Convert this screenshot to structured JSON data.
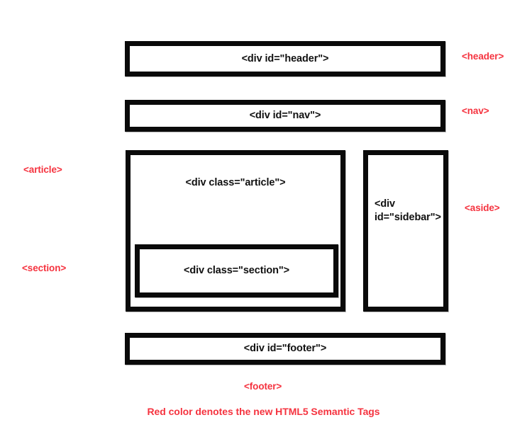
{
  "diagram": {
    "title_caption": "Red color denotes the new HTML5 Semantic Tags",
    "boxes": [
      {
        "id": "header",
        "label": "<div id=\"header\">"
      },
      {
        "id": "nav",
        "label": "<div id=\"nav\">"
      },
      {
        "id": "article",
        "label": "<div class=\"article\">"
      },
      {
        "id": "section",
        "label": "<div class=\"section\">"
      },
      {
        "id": "sidebar",
        "label": "<div\nid=\"sidebar\">"
      },
      {
        "id": "footer",
        "label": "<div id=\"footer\">"
      }
    ],
    "tags": [
      {
        "id": "header",
        "label": "<header>",
        "position": "right"
      },
      {
        "id": "nav",
        "label": "<nav>",
        "position": "right"
      },
      {
        "id": "aside",
        "label": "<aside>",
        "position": "right"
      },
      {
        "id": "article",
        "label": "<article>",
        "position": "left"
      },
      {
        "id": "section",
        "label": "<section>",
        "position": "left"
      },
      {
        "id": "footer",
        "label": "<footer>",
        "position": "bottom"
      }
    ],
    "colors": {
      "semantic_tag_red": "#f5333f",
      "box_border": "#0a0a0a",
      "box_fill": "#ffffff",
      "text": "#111111",
      "background": "#ffffff"
    }
  }
}
